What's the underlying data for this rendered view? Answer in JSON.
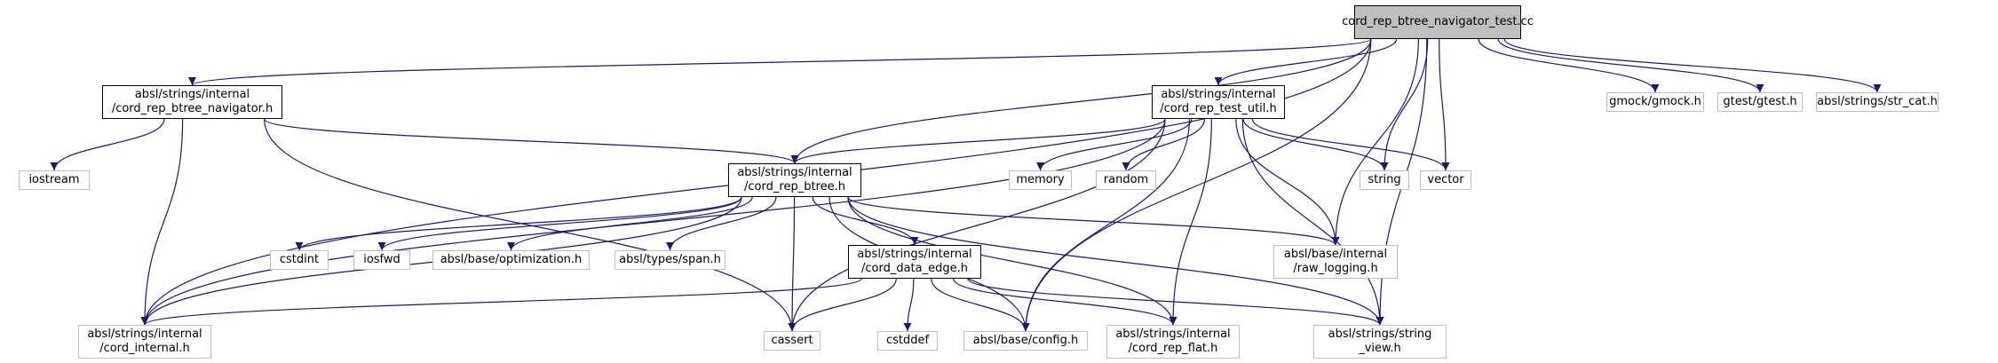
{
  "colors": {
    "edge": "#191970",
    "root_fill": "#bfbfbf",
    "undocumented_border": "#bfbfbf",
    "documented_border": "#000000"
  },
  "nodes": {
    "test_cc": {
      "lines": [
        "cord_rep_btree_navigator",
        "_test.cc"
      ]
    },
    "navigator_h": {
      "lines": [
        "absl/strings/internal",
        "/cord_rep_btree_navigator.h"
      ]
    },
    "test_util_h": {
      "lines": [
        "absl/strings/internal",
        "/cord_rep_test_util.h"
      ]
    },
    "btree_h": {
      "lines": [
        "absl/strings/internal",
        "/cord_rep_btree.h"
      ]
    },
    "data_edge_h": {
      "lines": [
        "absl/strings/internal",
        "/cord_data_edge.h"
      ]
    },
    "gmock": {
      "lines": [
        "gmock/gmock.h"
      ]
    },
    "gtest": {
      "lines": [
        "gtest/gtest.h"
      ]
    },
    "str_cat": {
      "lines": [
        "absl/strings/str_cat.h"
      ]
    },
    "iostream": {
      "lines": [
        "iostream"
      ]
    },
    "memory": {
      "lines": [
        "memory"
      ]
    },
    "random": {
      "lines": [
        "random"
      ]
    },
    "string": {
      "lines": [
        "string"
      ]
    },
    "vector": {
      "lines": [
        "vector"
      ]
    },
    "cstdint": {
      "lines": [
        "cstdint"
      ]
    },
    "iosfwd": {
      "lines": [
        "iosfwd"
      ]
    },
    "optimization": {
      "lines": [
        "absl/base/optimization.h"
      ]
    },
    "span": {
      "lines": [
        "absl/types/span.h"
      ]
    },
    "raw_logging": {
      "lines": [
        "absl/base/internal",
        "/raw_logging.h"
      ]
    },
    "cord_internal": {
      "lines": [
        "absl/strings/internal",
        "/cord_internal.h"
      ]
    },
    "cassert": {
      "lines": [
        "cassert"
      ]
    },
    "cstddef": {
      "lines": [
        "cstddef"
      ]
    },
    "config": {
      "lines": [
        "absl/base/config.h"
      ]
    },
    "rep_flat": {
      "lines": [
        "absl/strings/internal",
        "/cord_rep_flat.h"
      ]
    },
    "string_view": {
      "lines": [
        "absl/strings/string",
        "_view.h"
      ]
    }
  },
  "edges": [
    [
      "test_cc",
      "navigator_h"
    ],
    [
      "test_cc",
      "cord_internal"
    ],
    [
      "test_cc",
      "btree_h"
    ],
    [
      "test_cc",
      "config"
    ],
    [
      "test_cc",
      "test_util_h"
    ],
    [
      "test_cc",
      "string"
    ],
    [
      "test_cc",
      "vector"
    ],
    [
      "test_cc",
      "raw_logging"
    ],
    [
      "test_cc",
      "string_view"
    ],
    [
      "test_cc",
      "gmock"
    ],
    [
      "test_cc",
      "gtest"
    ],
    [
      "test_cc",
      "str_cat"
    ],
    [
      "navigator_h",
      "iostream"
    ],
    [
      "navigator_h",
      "cord_internal"
    ],
    [
      "navigator_h",
      "cassert"
    ],
    [
      "navigator_h",
      "btree_h"
    ],
    [
      "test_util_h",
      "cord_internal"
    ],
    [
      "test_util_h",
      "btree_h"
    ],
    [
      "test_util_h",
      "cassert"
    ],
    [
      "test_util_h",
      "memory"
    ],
    [
      "test_util_h",
      "random"
    ],
    [
      "test_util_h",
      "string"
    ],
    [
      "test_util_h",
      "vector"
    ],
    [
      "test_util_h",
      "raw_logging"
    ],
    [
      "test_util_h",
      "config"
    ],
    [
      "test_util_h",
      "rep_flat"
    ],
    [
      "test_util_h",
      "string_view"
    ],
    [
      "btree_h",
      "cord_internal"
    ],
    [
      "btree_h",
      "cstdint"
    ],
    [
      "btree_h",
      "iosfwd"
    ],
    [
      "btree_h",
      "optimization"
    ],
    [
      "btree_h",
      "span"
    ],
    [
      "btree_h",
      "data_edge_h"
    ],
    [
      "btree_h",
      "cassert"
    ],
    [
      "btree_h",
      "config"
    ],
    [
      "btree_h",
      "rep_flat"
    ],
    [
      "btree_h",
      "raw_logging"
    ],
    [
      "btree_h",
      "string_view"
    ],
    [
      "data_edge_h",
      "cord_internal"
    ],
    [
      "data_edge_h",
      "cassert"
    ],
    [
      "data_edge_h",
      "cstddef"
    ],
    [
      "data_edge_h",
      "config"
    ],
    [
      "data_edge_h",
      "rep_flat"
    ],
    [
      "data_edge_h",
      "string_view"
    ]
  ]
}
